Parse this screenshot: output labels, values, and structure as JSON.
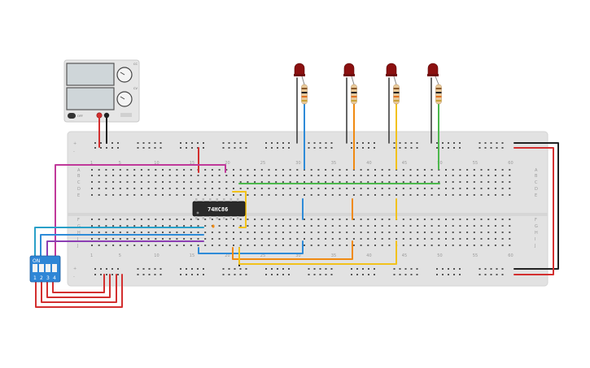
{
  "breadboard": {
    "column_labels": [
      "1",
      "5",
      "10",
      "15",
      "20",
      "25",
      "30",
      "35",
      "40",
      "45",
      "50",
      "55",
      "60"
    ],
    "row_labels_top": [
      "A",
      "B",
      "C",
      "D",
      "E"
    ],
    "row_labels_bottom": [
      "F",
      "G",
      "H",
      "I",
      "J"
    ],
    "rail_plus": "+",
    "rail_minus": "-"
  },
  "chip": {
    "label": "74HC86"
  },
  "dip_switch": {
    "on_label": "ON",
    "numbers": [
      "1",
      "2",
      "3",
      "4"
    ]
  },
  "power_supply": {
    "knob_labels": [
      "CC",
      "CV"
    ],
    "button_label": "OFF"
  },
  "colors": {
    "red": "#d32f2f",
    "black": "#222222",
    "blue": "#2e8bd8",
    "orange": "#f08a12",
    "yellow": "#f2c21b",
    "green": "#4cb84c",
    "magenta": "#c0399a",
    "purple": "#8b3fb3",
    "teal": "#2aa0c8",
    "led": "#8b1010"
  }
}
